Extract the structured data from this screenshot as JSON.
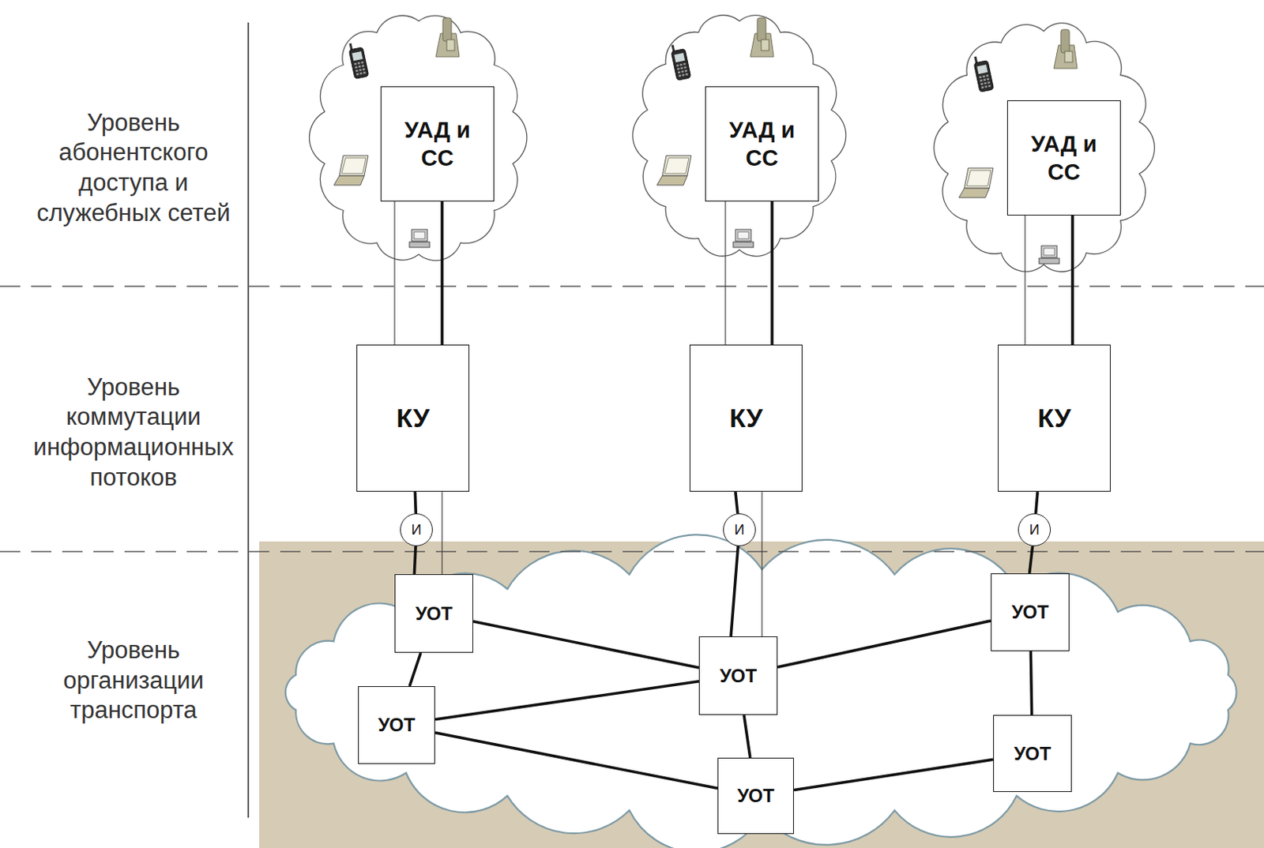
{
  "diagram": {
    "nodes": [
      {
        "text": [
          "УАД и СС"
        ]
      },
      {
        "text": [
          "УАД и СС"
        ]
      },
      {
        "text": [
          "УАД и СС"
        ]
      },
      {
        "text": [
          "КУ"
        ]
      },
      {
        "text": [
          "КУ"
        ]
      },
      {
        "text": [
          "КУ"
        ]
      },
      {
        "text": [
          "И"
        ]
      },
      {
        "text": [
          "И"
        ]
      },
      {
        "text": [
          "И"
        ]
      },
      {
        "text": [
          "УОТ"
        ]
      },
      {
        "text": [
          "УОТ"
        ]
      },
      {
        "text": [
          "УОТ"
        ]
      },
      {
        "text": [
          "УОТ"
        ]
      },
      {
        "text": [
          "УОТ"
        ]
      },
      {
        "text": [
          "УОТ"
        ]
      }
    ],
    "edges": [
      {
        "from": 0,
        "to": 3,
        "arrow": "none"
      },
      {
        "from": 0,
        "to": 3,
        "arrow": "none"
      },
      {
        "from": 1,
        "to": 4,
        "arrow": "none"
      },
      {
        "from": 1,
        "to": 4,
        "arrow": "none"
      },
      {
        "from": 2,
        "to": 5,
        "arrow": "none"
      },
      {
        "from": 2,
        "to": 5,
        "arrow": "none"
      },
      {
        "from": 3,
        "to": 6,
        "arrow": "none"
      },
      {
        "from": 6,
        "to": 9,
        "arrow": "none"
      },
      {
        "from": 3,
        "to": 9,
        "arrow": "none"
      },
      {
        "from": 4,
        "to": 7,
        "arrow": "none"
      },
      {
        "from": 7,
        "to": 11,
        "arrow": "none"
      },
      {
        "from": 4,
        "to": 11,
        "arrow": "none"
      },
      {
        "from": 5,
        "to": 8,
        "arrow": "none"
      },
      {
        "from": 8,
        "to": 10,
        "arrow": "none"
      },
      {
        "from": 9,
        "to": 11,
        "arrow": "none"
      },
      {
        "from": 9,
        "to": 12,
        "arrow": "none"
      },
      {
        "from": 12,
        "to": 11,
        "arrow": "none"
      },
      {
        "from": 11,
        "to": 10,
        "arrow": "none"
      },
      {
        "from": 11,
        "to": 14,
        "arrow": "none"
      },
      {
        "from": 12,
        "to": 14,
        "arrow": "none"
      },
      {
        "from": 10,
        "to": 13,
        "arrow": "none"
      },
      {
        "from": 13,
        "to": 14,
        "arrow": "none"
      }
    ],
    "labels": [
      "Уровень абонентского доступа и служебных сетей",
      "Уровень коммутации информационных потоков",
      "Уровень организации транспорта"
    ]
  }
}
